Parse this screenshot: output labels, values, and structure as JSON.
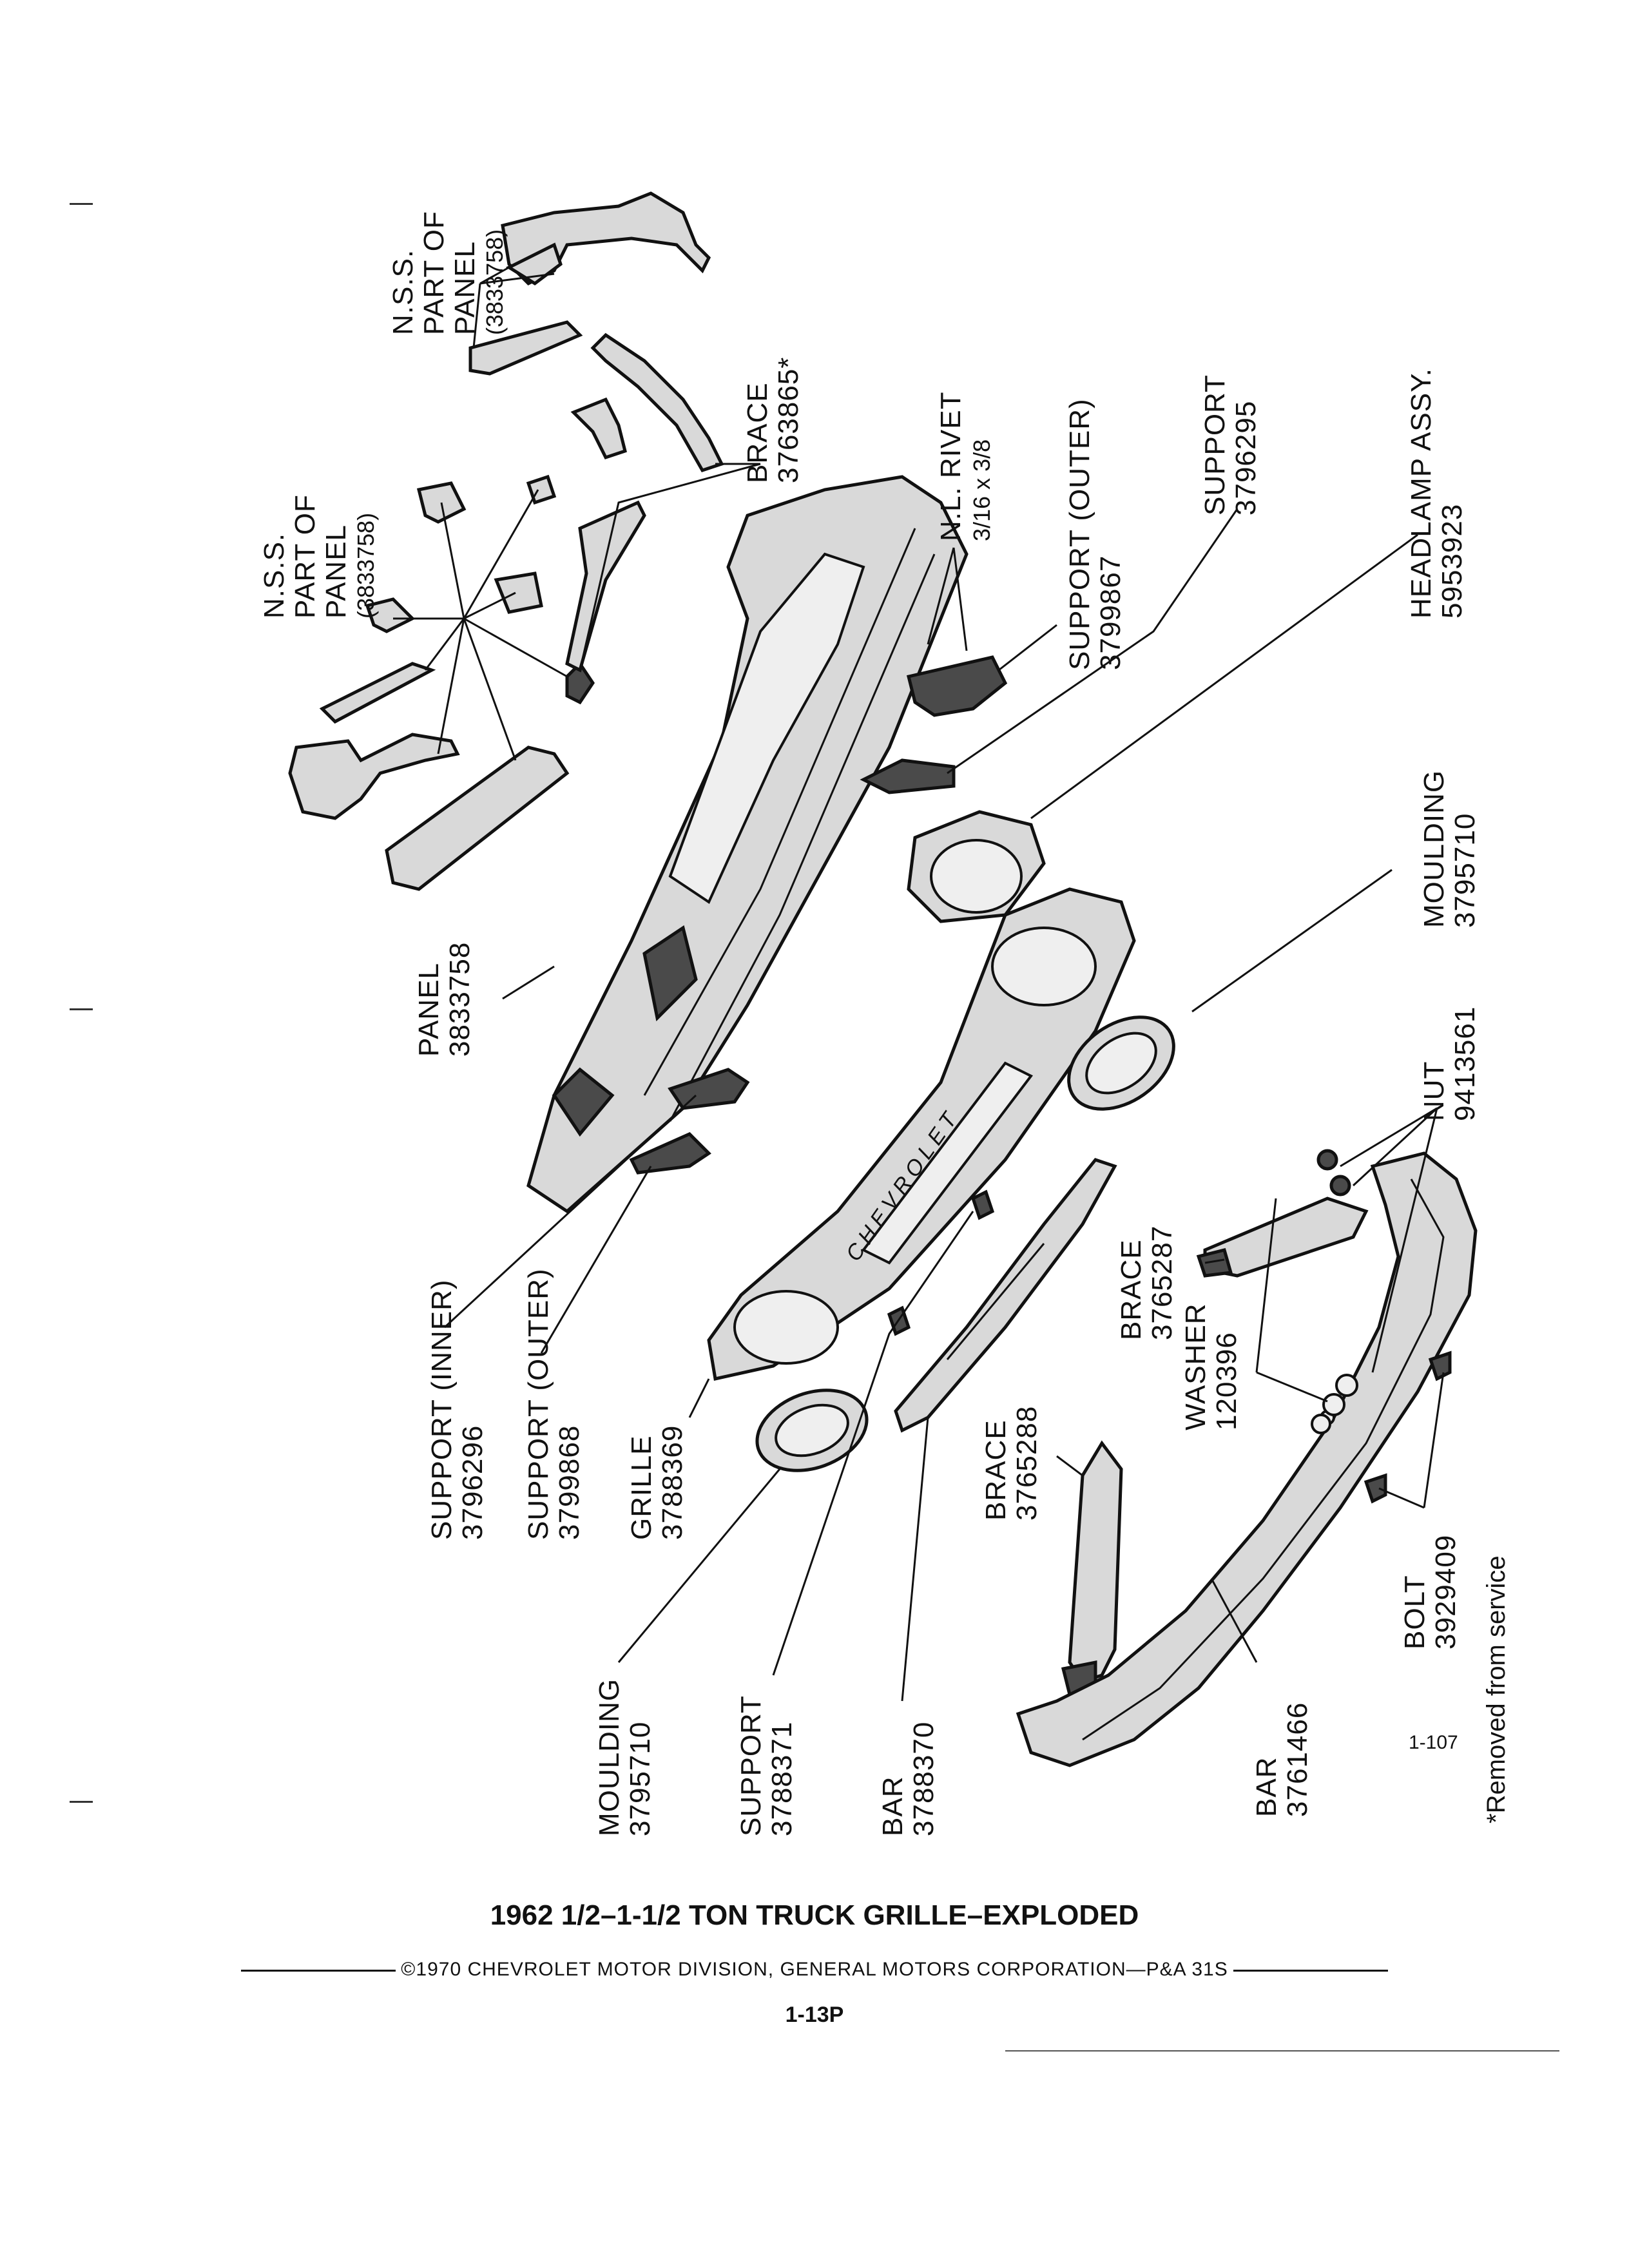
{
  "title": "1962 1/2–1-1/2 TON TRUCK GRILLE–EXPLODED",
  "copyright": "©1970 CHEVROLET MOTOR DIVISION, GENERAL MOTORS CORPORATION—P&A 31S",
  "page_number": "1-13P",
  "figure_number": "1-107",
  "footnote": "*Removed from service",
  "labels": {
    "nss_top": [
      "N.S.S.",
      "PART OF",
      "PANEL",
      "(3833758)"
    ],
    "brace_top": [
      "BRACE",
      "3763865*"
    ],
    "rivet": [
      "N.L. RIVET",
      "3/16 x 3/8"
    ],
    "support_outer_top": [
      "SUPPORT (OUTER)",
      "3799867"
    ],
    "support_3796295": [
      "SUPPORT",
      "3796295"
    ],
    "headlamp": [
      "HEADLAMP ASSY.",
      "5953923"
    ],
    "nss_mid": [
      "N.S.S.",
      "PART OF",
      "PANEL",
      "(3833758)"
    ],
    "panel": [
      "PANEL",
      "3833758"
    ],
    "moulding_right": [
      "MOULDING",
      "3795710"
    ],
    "nut": [
      "NUT",
      "9413561"
    ],
    "brace_3765287": [
      "BRACE",
      "3765287"
    ],
    "washer": [
      "WASHER",
      "120396"
    ],
    "support_inner": [
      "SUPPORT (INNER)",
      "3796296"
    ],
    "support_outer_left": [
      "SUPPORT (OUTER)",
      "3799868"
    ],
    "grille": [
      "GRILLE",
      "3788369"
    ],
    "brace_3765288": [
      "BRACE",
      "3765288"
    ],
    "bolt": [
      "BOLT",
      "3929409"
    ],
    "moulding_left": [
      "MOULDING",
      "3795710"
    ],
    "support_3788371": [
      "SUPPORT",
      "3788371"
    ],
    "bar_3788370": [
      "BAR",
      "3788370"
    ],
    "bar_3761466": [
      "BAR",
      "3761466"
    ],
    "grille_badge": "CHEVROLET"
  }
}
